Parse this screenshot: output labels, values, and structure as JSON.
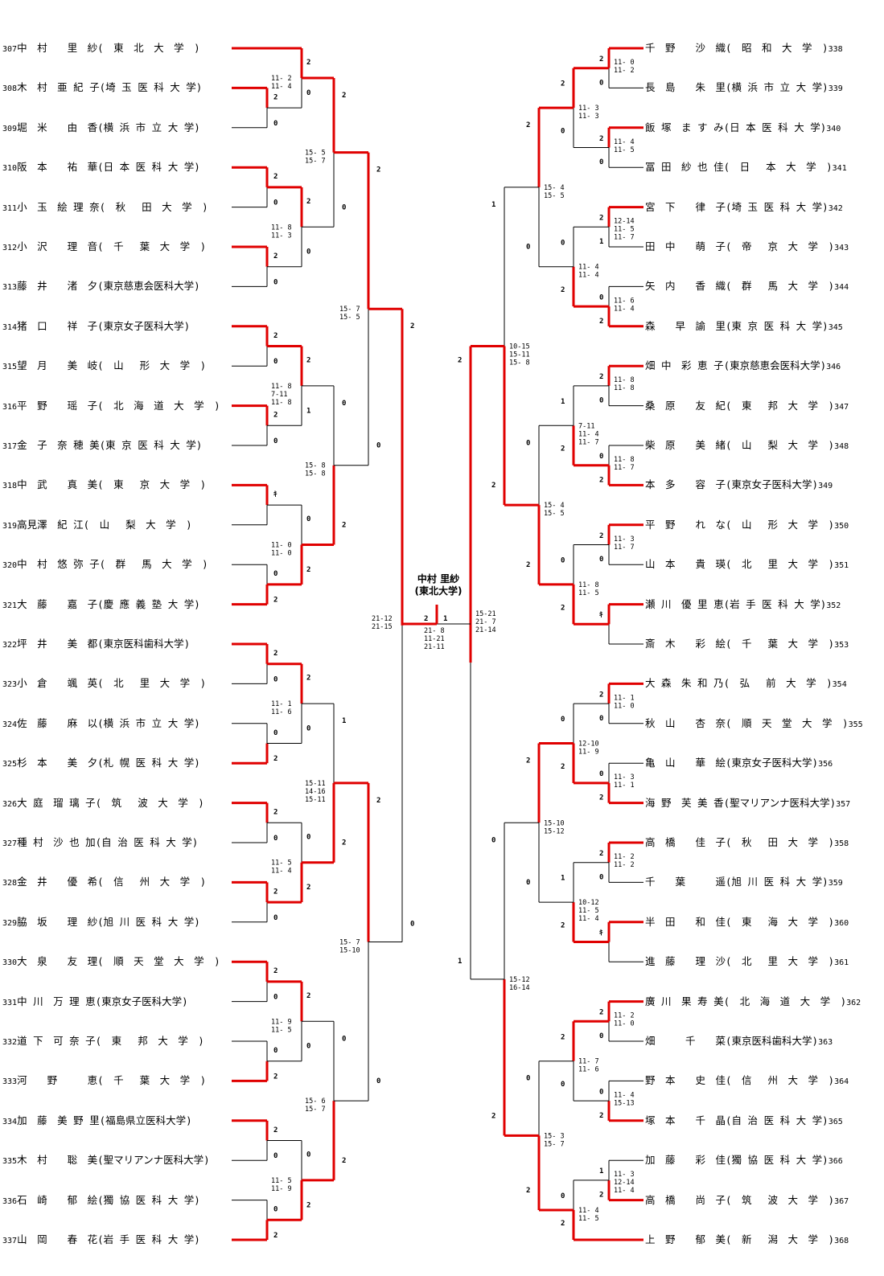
{
  "champion": {
    "name": "中村 里紗",
    "school": "(東北大学)"
  },
  "left_players": [
    {
      "no": "307",
      "text": "中　村　　里　紗(　東　北　大　学　)"
    },
    {
      "no": "308",
      "text": "木　村　亜 紀 子(埼 玉 医 科 大 学)"
    },
    {
      "no": "309",
      "text": "堀　米　　由　香(横 浜 市 立 大 学)"
    },
    {
      "no": "310",
      "text": "阪　本　　祐　華(日 本 医 科 大 学)"
    },
    {
      "no": "311",
      "text": "小　玉　絵 理 奈(　秋　 田　大　学　)"
    },
    {
      "no": "312",
      "text": "小　沢　　理　音(　千　 葉　大　学　)"
    },
    {
      "no": "313",
      "text": "藤　井　　渚　夕(東京慈恵会医科大学)"
    },
    {
      "no": "314",
      "text": "猪　口　　祥　子(東京女子医科大学)"
    },
    {
      "no": "315",
      "text": "望　月　　美　岐(　山　 形　大　学　)"
    },
    {
      "no": "316",
      "text": "平　野　　瑶　子(　北　海　道　大　学　)"
    },
    {
      "no": "317",
      "text": "金　子　奈 穂 美(東 京 医 科 大 学)"
    },
    {
      "no": "318",
      "text": "中　武　　真　美(　東　 京　大　学　)"
    },
    {
      "no": "319",
      "text": "高見澤　紀 江(　山　 梨　大　学　)"
    },
    {
      "no": "320",
      "text": "中　村　悠 弥 子(　群　 馬　大　学　)"
    },
    {
      "no": "321",
      "text": "大　藤　　嘉　子(慶 應 義 塾 大 学)"
    },
    {
      "no": "322",
      "text": "坪　井　　美　都(東京医科歯科大学)"
    },
    {
      "no": "323",
      "text": "小　倉　　颯　英(　北　 里　大　学　)"
    },
    {
      "no": "324",
      "text": "佐　藤　　麻　以(横 浜 市 立 大 学)"
    },
    {
      "no": "325",
      "text": "杉　本　　美　夕(札 幌 医 科 大 学)"
    },
    {
      "no": "326",
      "text": "大 庭　瑠 璃 子(　筑　 波　大　学　)"
    },
    {
      "no": "327",
      "text": "種 村　沙 也 加(自 治 医 科 大 学)"
    },
    {
      "no": "328",
      "text": "金　井　　優　希(　信　 州　大　学　)"
    },
    {
      "no": "329",
      "text": "脇　坂　　理　紗(旭 川 医 科 大 学)"
    },
    {
      "no": "330",
      "text": "大　泉　　友　理(　順　天　堂　大　学　)"
    },
    {
      "no": "331",
      "text": "中 川　万 理 恵(東京女子医科大学)"
    },
    {
      "no": "332",
      "text": "道 下　可 奈 子(　東　 邦　大　学　)"
    },
    {
      "no": "333",
      "text": "河　　野　　　恵(　千　 葉　大　学　)"
    },
    {
      "no": "334",
      "text": "加　藤　美 野 里(福島県立医科大学)"
    },
    {
      "no": "335",
      "text": "木　村　　聡　美(聖マリアンナ医科大学)"
    },
    {
      "no": "336",
      "text": "石　崎　　郁　絵(獨 協 医 科 大 学)"
    },
    {
      "no": "337",
      "text": "山　岡　　春　花(岩 手 医 科 大 学)"
    }
  ],
  "right_players": [
    {
      "no": "338",
      "text": "千　野　　沙　織(　昭　和　大　学　)"
    },
    {
      "no": "339",
      "text": "長　島　　朱　里(横 浜 市 立 大 学)"
    },
    {
      "no": "340",
      "text": "飯 塚　ま す み(日 本 医 科 大 学)"
    },
    {
      "no": "341",
      "text": "冨 田　紗 也 佳(　日　 本　大　学　)"
    },
    {
      "no": "342",
      "text": "宮　下　　律　子(埼 玉 医 科 大 学)"
    },
    {
      "no": "343",
      "text": "田　中　　萌　子(　帝　 京　大　学　)"
    },
    {
      "no": "344",
      "text": "矢　内　　香　織(　群　 馬　大　学　)"
    },
    {
      "no": "345",
      "text": "森　　早　諭　里(東 京 医 科 大 学)"
    },
    {
      "no": "346",
      "text": "畑 中　彩 恵 子(東京慈恵会医科大学)"
    },
    {
      "no": "347",
      "text": "桑　原　　友　紀(　東　 邦　大　学　)"
    },
    {
      "no": "348",
      "text": "柴　原　　美　緒(　山　 梨　大　学　)"
    },
    {
      "no": "349",
      "text": "本　多　　容　子(東京女子医科大学)"
    },
    {
      "no": "350",
      "text": "平　野　　れ　な(　山　 形　大　学　)"
    },
    {
      "no": "351",
      "text": "山　本　　貴　瑛(　北　 里　大　学　)"
    },
    {
      "no": "352",
      "text": "瀬 川　優 里 恵(岩 手 医 科 大 学)"
    },
    {
      "no": "353",
      "text": "斎　木　　彩　絵(　千　 葉　大　学　)"
    },
    {
      "no": "354",
      "text": "大 森　朱 和 乃(　弘　 前　大　学　)"
    },
    {
      "no": "355",
      "text": "秋　山　　杏　奈(　順　天　堂　大　学　)"
    },
    {
      "no": "356",
      "text": "亀　山　　華　絵(東京女子医科大学)"
    },
    {
      "no": "357",
      "text": "海 野　芙 美 香(聖マリアンナ医科大学)"
    },
    {
      "no": "358",
      "text": "高　橋　　佳　子(　秋　 田　大　学　)"
    },
    {
      "no": "359",
      "text": "千　　葉　　　遥(旭 川 医 科 大 学)"
    },
    {
      "no": "360",
      "text": "半　田　　和　佳(　東　 海　大　学　)"
    },
    {
      "no": "361",
      "text": "進　藤　　理　沙(　北　 里　大　学　)"
    },
    {
      "no": "362",
      "text": "廣 川　果 寿 美(　北　海　道　大　学　)"
    },
    {
      "no": "363",
      "text": "畑　　　千　　菜(東京医科歯科大学)"
    },
    {
      "no": "364",
      "text": "野　本　　史　佳(　信　 州　大　学　)"
    },
    {
      "no": "365",
      "text": "塚　本　　千　晶(自 治 医 科 大 学)"
    },
    {
      "no": "366",
      "text": "加　藤　　彩　佳(獨 協 医 科 大 学)"
    },
    {
      "no": "367",
      "text": "高　橋　　尚　子(　筑　 波　大　学　)"
    },
    {
      "no": "368",
      "text": "上　野　　郁　美(　新　 潟　大　学　)"
    }
  ],
  "left_r1": [
    {
      "top": "2",
      "bot": "0",
      "d": ""
    },
    {
      "top": "2",
      "bot": "0",
      "d": ""
    },
    {
      "top": "2",
      "bot": "0",
      "d": ""
    },
    {
      "top": "2",
      "bot": "0",
      "d": ""
    },
    {
      "top": "2",
      "bot": "0",
      "d": ""
    },
    {
      "top": "ｷ",
      "bot": "",
      "d": ""
    },
    {
      "top": "0",
      "bot": "2",
      "d": ""
    },
    {
      "top": "2",
      "bot": "0",
      "d": ""
    },
    {
      "top": "0",
      "bot": "2",
      "d": ""
    },
    {
      "top": "2",
      "bot": "0",
      "d": ""
    },
    {
      "top": "2",
      "bot": "0",
      "d": ""
    },
    {
      "top": "2",
      "bot": "0",
      "d": ""
    },
    {
      "top": "0",
      "bot": "2",
      "d": ""
    },
    {
      "top": "2",
      "bot": "0",
      "d": ""
    },
    {
      "top": "0",
      "bot": "2",
      "d": ""
    }
  ],
  "left_r2": [
    {
      "top": "2",
      "bot": "0",
      "s": [
        "11- 2",
        "11- 4"
      ]
    },
    {
      "top": "2",
      "bot": "0",
      "s": [
        "11- 8",
        "11- 3"
      ]
    },
    {
      "top": "2",
      "bot": "1",
      "s": [
        "11- 8",
        "7-11",
        "11- 8"
      ]
    },
    {
      "top": "0",
      "bot": "2",
      "s": [
        "11- 0",
        "11- 0"
      ]
    },
    {
      "top": "2",
      "bot": "0",
      "s": [
        "11- 1",
        "11- 6"
      ]
    },
    {
      "top": "0",
      "bot": "2",
      "s": [
        "11- 5",
        "11- 4"
      ]
    },
    {
      "top": "2",
      "bot": "0",
      "s": [
        "11- 9",
        "11- 5"
      ]
    },
    {
      "top": "0",
      "bot": "2",
      "s": [
        "11- 5",
        "11- 9"
      ]
    }
  ],
  "left_r3": [
    {
      "top": "2",
      "bot": "0",
      "s": [
        "15- 5",
        "15- 7"
      ]
    },
    {
      "top": "0",
      "bot": "2",
      "s": [
        "15- 8",
        "15- 8"
      ]
    },
    {
      "top": "1",
      "bot": "2",
      "s": [
        "15-11",
        "14-16",
        "15-11"
      ]
    },
    {
      "top": "0",
      "bot": "2",
      "s": [
        "15- 6",
        "15- 7"
      ]
    }
  ],
  "left_r4": [
    {
      "top": "2",
      "bot": "0",
      "s": [
        "15- 7",
        "15- 5"
      ]
    },
    {
      "top": "2",
      "bot": "0",
      "s": [
        "15- 7",
        "15-10"
      ]
    }
  ],
  "left_r5": {
    "top": "2",
    "bot": "0",
    "s": [
      "21-12",
      "21-15"
    ]
  },
  "final": {
    "left": "2",
    "right": "1",
    "s": [
      "21- 8",
      "11-21",
      "21-11"
    ]
  },
  "right_r1": [
    {
      "top": "2",
      "bot": "0",
      "s": [
        "11- 0",
        "11- 2"
      ]
    },
    {
      "top": "2",
      "bot": "0",
      "s": [
        "11- 4",
        "11- 5"
      ]
    },
    {
      "top": "2",
      "bot": "1",
      "s": [
        "12-14",
        "11- 5",
        "11- 7"
      ]
    },
    {
      "top": "0",
      "bot": "2",
      "s": [
        "11- 6",
        "11- 4"
      ]
    },
    {
      "top": "2",
      "bot": "0",
      "s": [
        "11- 8",
        "11- 8"
      ]
    },
    {
      "top": "0",
      "bot": "2",
      "s": [
        "11- 8",
        "11- 7"
      ]
    },
    {
      "top": "2",
      "bot": "0",
      "s": [
        "11- 3",
        "11- 7"
      ]
    },
    {
      "top": "ｷ",
      "bot": "",
      "s": []
    },
    {
      "top": "2",
      "bot": "0",
      "s": [
        "11- 1",
        "11- 0"
      ]
    },
    {
      "top": "0",
      "bot": "2",
      "s": [
        "11- 3",
        "11- 1"
      ]
    },
    {
      "top": "2",
      "bot": "0",
      "s": [
        "11- 2",
        "11- 2"
      ]
    },
    {
      "top": "ｷ",
      "bot": "",
      "s": []
    },
    {
      "top": "2",
      "bot": "0",
      "s": [
        "11- 2",
        "11- 0"
      ]
    },
    {
      "top": "0",
      "bot": "2",
      "s": [
        "11- 4",
        "15-13"
      ]
    },
    {
      "top": "1",
      "bot": "2",
      "s": [
        "11- 3",
        "12-14",
        "11- 4"
      ]
    }
  ],
  "right_r2": [
    {
      "top": "2",
      "bot": "0",
      "s": [
        "11- 3",
        "11- 3"
      ]
    },
    {
      "top": "0",
      "bot": "2",
      "s": [
        "11- 4",
        "11- 4"
      ]
    },
    {
      "top": "1",
      "bot": "2",
      "s": [
        "7-11",
        "11- 4",
        "11- 7"
      ]
    },
    {
      "top": "0",
      "bot": "2",
      "s": [
        "11- 8",
        "11- 5"
      ]
    },
    {
      "top": "0",
      "bot": "2",
      "s": [
        "12-10",
        "11- 9"
      ]
    },
    {
      "top": "1",
      "bot": "2",
      "s": [
        "10-12",
        "11- 5",
        "11- 4"
      ]
    },
    {
      "top": "2",
      "bot": "0",
      "s": [
        "11- 7",
        "11- 6"
      ]
    },
    {
      "top": "0",
      "bot": "2",
      "s": [
        "11- 4",
        "11- 5"
      ]
    }
  ],
  "right_r3": [
    {
      "top": "2",
      "bot": "0",
      "s": [
        "15- 4",
        "15- 5"
      ]
    },
    {
      "top": "0",
      "bot": "2",
      "s": [
        "15- 4",
        "15- 5"
      ]
    },
    {
      "top": "2",
      "bot": "0",
      "s": [
        "15-10",
        "15-12"
      ]
    },
    {
      "top": "0",
      "bot": "2",
      "s": [
        "15- 3",
        "15- 7"
      ]
    }
  ],
  "right_r4": [
    {
      "top": "1",
      "bot": "2",
      "s": [
        "10-15",
        "15-11",
        "15- 8"
      ]
    },
    {
      "top": "0",
      "bot": "2",
      "s": [
        "15-12",
        "16-14"
      ]
    }
  ],
  "right_r5": {
    "top": "2",
    "bot": "1",
    "s": [
      "15-21",
      "21- 7",
      "21-14"
    ]
  },
  "colors": {
    "win": "#e00000",
    "line": "#000000",
    "mark": "#2e8b57"
  }
}
